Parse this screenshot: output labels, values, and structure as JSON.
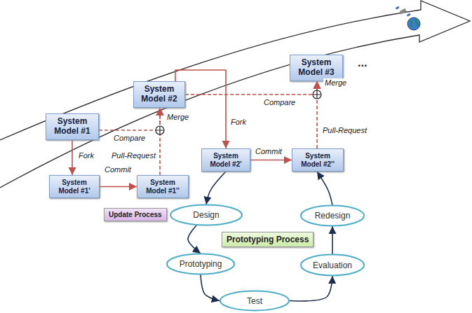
{
  "diagram": {
    "nodes": [
      {
        "text": [
          "System Model #1"
        ]
      },
      {
        "text": [
          "System Model #2"
        ]
      },
      {
        "text": [
          "System Model #3"
        ]
      },
      {
        "text": [
          "System Model #1'"
        ]
      },
      {
        "text": [
          "System Model #1''"
        ]
      },
      {
        "text": [
          "System Model #2'"
        ]
      },
      {
        "text": [
          "System Model #2''"
        ]
      },
      {
        "text": [
          "Update Process"
        ]
      },
      {
        "text": [
          "Prototyping Process"
        ]
      },
      {
        "text": [
          "Design"
        ]
      },
      {
        "text": [
          "Prototyping"
        ]
      },
      {
        "text": [
          "Test"
        ]
      },
      {
        "text": [
          "Evaluation"
        ]
      },
      {
        "text": [
          "Redesign"
        ]
      }
    ],
    "edges": [
      {
        "from": 0,
        "to": 3,
        "label": "Fork",
        "arrow": "to"
      },
      {
        "from": 3,
        "to": 4,
        "label": "Commit",
        "arrow": "to"
      },
      {
        "from": 4,
        "to": 1,
        "label": "Pull-Request",
        "arrow": "to"
      },
      {
        "from": 0,
        "to": 1,
        "label": "Compare",
        "arrow": "to"
      },
      {
        "from": 1,
        "to": 5,
        "label": "Fork",
        "arrow": "to"
      },
      {
        "from": 1,
        "to": 2,
        "label": "Compare",
        "arrow": "to"
      },
      {
        "from": 5,
        "to": 6,
        "label": "Commit",
        "arrow": "to"
      },
      {
        "from": 6,
        "to": 2,
        "label": "Pull-Request",
        "arrow": "to"
      },
      {
        "from": 5,
        "to": 9,
        "arrow": "to"
      },
      {
        "from": 9,
        "to": 10,
        "arrow": "to"
      },
      {
        "from": 10,
        "to": 11,
        "arrow": "to"
      },
      {
        "from": 11,
        "to": 12,
        "arrow": "to"
      },
      {
        "from": 12,
        "to": 13,
        "arrow": "to"
      },
      {
        "from": 13,
        "to": 6,
        "arrow": "to"
      }
    ],
    "labels": [
      "Merge",
      "Merge",
      "..."
    ]
  }
}
